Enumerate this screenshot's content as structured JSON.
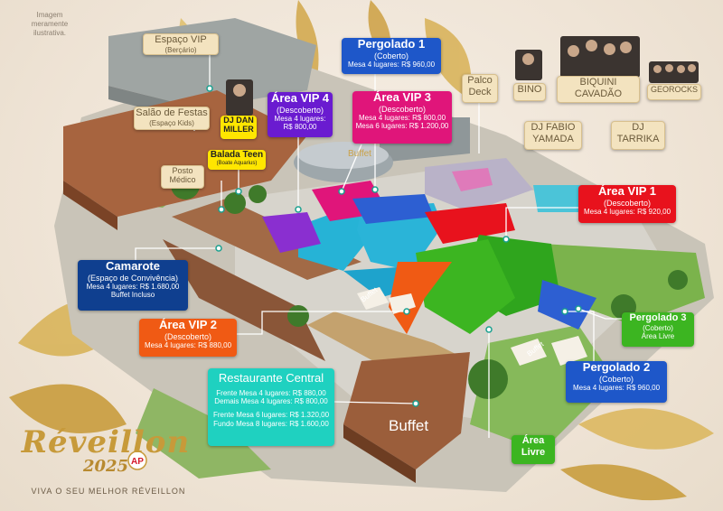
{
  "note": "Imagem meramente ilustrativa.",
  "labels": {
    "espaco_vip": {
      "title": "Espaço VIP",
      "sub": "(Berçário)"
    },
    "salao_festas": {
      "title": "Salão de Festas",
      "sub": "(Espaço Kids)"
    },
    "posto_medico": {
      "title": "Posto Médico"
    },
    "dj_dan": {
      "title": "DJ DAN MILLER"
    },
    "balada_teen": {
      "title": "Balada Teen",
      "sub": "(Boate Aquarius)"
    },
    "area_vip4": {
      "title": "Área VIP 4",
      "sub": "(Descoberto)",
      "l1": "Mesa 4 lugares:",
      "l2": "R$ 800,00"
    },
    "pergolado1": {
      "title": "Pergolado 1",
      "sub": "(Coberto)",
      "l1": "Mesa 4 lugares: R$ 960,00"
    },
    "area_vip3": {
      "title": "Área VIP 3",
      "sub": "(Descoberto)",
      "l1": "Mesa 4 lugares: R$ 800,00",
      "l2": "Mesa 6 lugares: R$ 1.200,00"
    },
    "palco_deck": {
      "title": "Palco Deck"
    },
    "bino": {
      "title": "BINO"
    },
    "biquini": {
      "title": "BIQUINI CAVADÃO"
    },
    "georocks": {
      "title": "GEOROCKS"
    },
    "dj_fabio": {
      "title": "DJ FABIO YAMADA"
    },
    "dj_tarrika": {
      "title": "DJ TARRIKA"
    },
    "area_vip1": {
      "title": "Área VIP 1",
      "sub": "(Descoberto)",
      "l1": "Mesa 4 lugares: R$ 920,00"
    },
    "camarote": {
      "title": "Camarote",
      "sub": "(Espaço de Convivência)",
      "l1": "Mesa 4 lugares: R$ 1.680,00",
      "l2": "Buffet Incluso"
    },
    "area_vip2": {
      "title": "Área VIP 2",
      "sub": "(Descoberto)",
      "l1": "Mesa 4 lugares: R$ 880,00"
    },
    "pergolado3": {
      "title": "Pergolado 3",
      "sub": "(Coberto)",
      "l1": "Área Livre"
    },
    "pergolado2": {
      "title": "Pergolado 2",
      "sub": "(Coberto)",
      "l1": "Mesa 4 lugares: R$ 960,00"
    },
    "restaurante": {
      "title": "Restaurante Central",
      "r1": "Frente Mesa 4 lugares: R$ 880,00",
      "r2": "Demais Mesa 4 lugares: R$ 800,00",
      "r3": "Frente Mesa 6 lugares: R$ 1.320,00",
      "r4": "Fundo Mesa 8 lugares: R$ 1.600,00"
    },
    "area_livre": {
      "title": "Área Livre"
    }
  },
  "map_text": {
    "buffet": "Buffet",
    "buffet_small": "Buffet"
  },
  "logo": {
    "word": "Réveillon",
    "year": "2025",
    "badge": "AP"
  },
  "tagline": "VIVA O SEU MELHOR RÉVEILLON",
  "colors": {
    "blue": "#1e57c9",
    "navy": "#0f3f8f",
    "magenta": "#e0157a",
    "purple": "#6a1bd0",
    "red": "#e8121d",
    "orange": "#f05a14",
    "green": "#3cb521",
    "teal": "#1fd1c0",
    "beige": "#f3e3bf",
    "yellow": "#ffe600",
    "gold": "#c79a3a"
  }
}
